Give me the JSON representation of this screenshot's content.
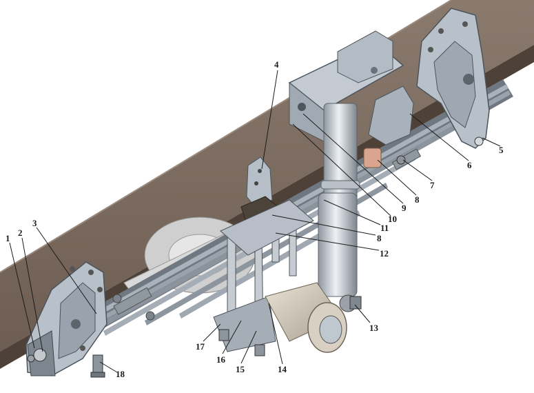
{
  "labels": {
    "l1": "1",
    "l2": "2",
    "l3": "3",
    "l4": "4",
    "l5": "5",
    "l6": "6",
    "l7": "7",
    "l8a": "8",
    "l8b": "8",
    "l9": "9",
    "l10": "10",
    "l11": "11",
    "l12": "12",
    "l13": "13",
    "l14": "14",
    "l15": "15",
    "l16": "16",
    "l17": "17",
    "l18": "18"
  },
  "colors": {
    "frame": "#7a6a5e",
    "frame_dark": "#5a4b41",
    "metal": "#b7bec7",
    "metal_dark": "#7c858f",
    "rubber": "#cfc6b8",
    "shock": "#c9ced4"
  }
}
